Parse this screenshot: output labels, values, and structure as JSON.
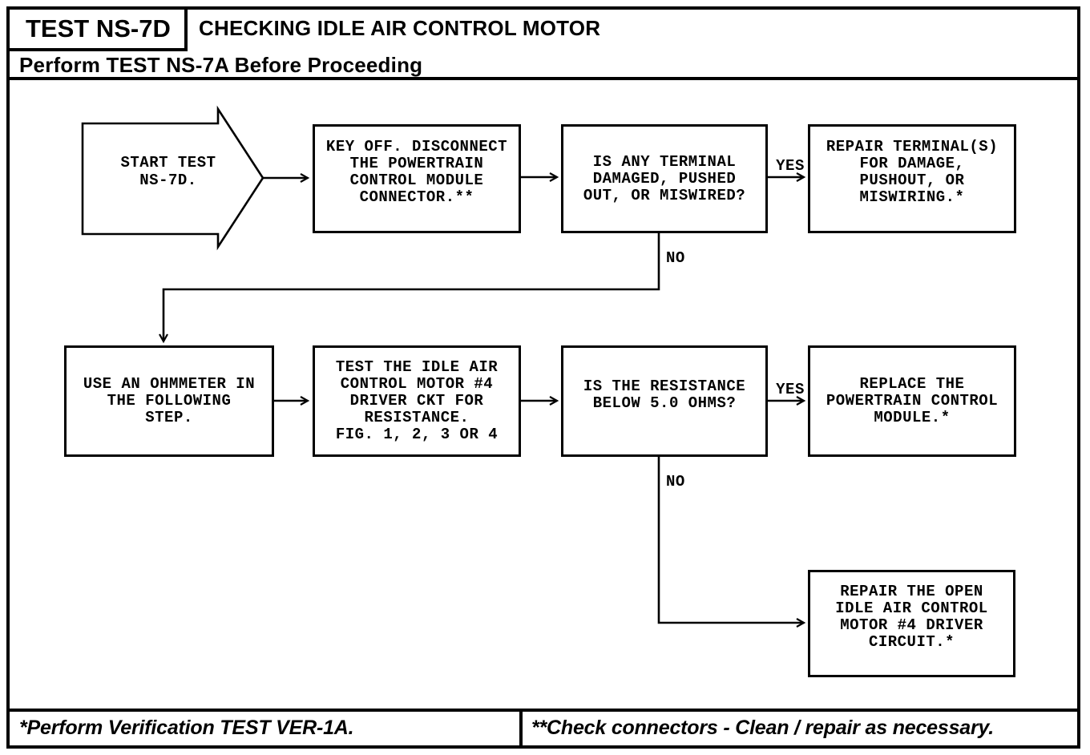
{
  "header": {
    "test_id": "TEST NS-7D",
    "title": "CHECKING IDLE AIR CONTROL MOTOR",
    "subtitle": "Perform TEST NS-7A Before Proceeding"
  },
  "flowchart": {
    "start": "START TEST\nNS-7D.",
    "boxes": {
      "key_off": "KEY OFF. DISCONNECT\nTHE POWERTRAIN\nCONTROL MODULE\nCONNECTOR.**",
      "terminal_question": "IS ANY TERMINAL\nDAMAGED, PUSHED\nOUT, OR MISWIRED?",
      "repair_terminal": "REPAIR TERMINAL(S)\nFOR DAMAGE,\nPUSHOUT, OR\nMISWIRING.*",
      "use_ohmmeter": "USE AN OHMMETER IN\nTHE FOLLOWING\nSTEP.",
      "test_driver_ckt": "TEST THE IDLE AIR\nCONTROL MOTOR #4\nDRIVER CKT FOR\nRESISTANCE.\nFIG. 1, 2, 3 OR 4",
      "resistance_question": "IS THE RESISTANCE\nBELOW 5.0 OHMS?",
      "replace_pcm": "REPLACE THE\nPOWERTRAIN CONTROL\nMODULE.*",
      "repair_open_ckt": "REPAIR THE OPEN\nIDLE AIR CONTROL\nMOTOR #4 DRIVER\nCIRCUIT.*"
    },
    "labels": {
      "yes_terminal": "YES",
      "no_terminal": "NO",
      "yes_resistance": "YES",
      "no_resistance": "NO"
    }
  },
  "footer": {
    "left_note": "*Perform Verification TEST VER-1A.",
    "right_note": "**Check connectors - Clean / repair as necessary."
  },
  "colors": {
    "ink": "#000000",
    "paper": "#ffffff"
  }
}
